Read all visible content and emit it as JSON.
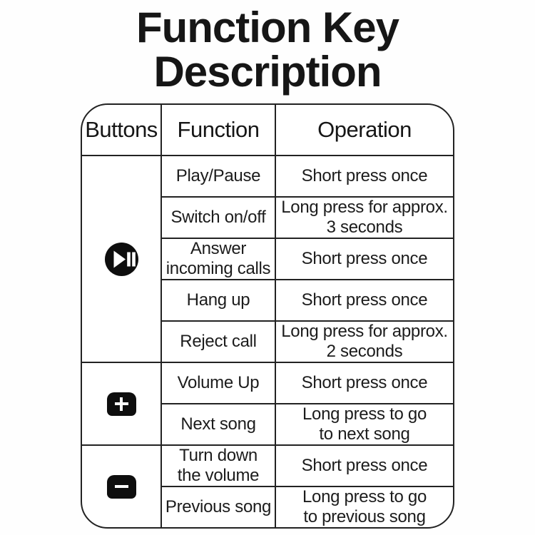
{
  "title": {
    "line1": "Function Key",
    "line2": "Description"
  },
  "table": {
    "headers": {
      "buttons": "Buttons",
      "function": "Function",
      "operation": "Operation"
    },
    "sections": [
      {
        "icon": "play-pause-icon",
        "rows": [
          {
            "function": "Play/Pause",
            "operation": "Short press once"
          },
          {
            "function": "Switch on/off",
            "operation": "Long press for approx.\n3 seconds"
          },
          {
            "function": "Answer\nincoming calls",
            "operation": "Short press once"
          },
          {
            "function": "Hang up",
            "operation": "Short press once"
          },
          {
            "function": "Reject call",
            "operation": "Long press for approx.\n2 seconds"
          }
        ]
      },
      {
        "icon": "plus-icon",
        "rows": [
          {
            "function": "Volume Up",
            "operation": "Short press once"
          },
          {
            "function": "Next song",
            "operation": "Long press to go\nto next song"
          }
        ]
      },
      {
        "icon": "minus-icon",
        "rows": [
          {
            "function": "Turn down\nthe volume",
            "operation": "Short press once"
          },
          {
            "function": "Previous song",
            "operation": "Long press to go\nto previous song"
          }
        ]
      }
    ]
  },
  "colors": {
    "ink": "#1c1c1c",
    "line": "#222222",
    "icon_fill": "#0e0e0e",
    "background": "#ffffff"
  }
}
